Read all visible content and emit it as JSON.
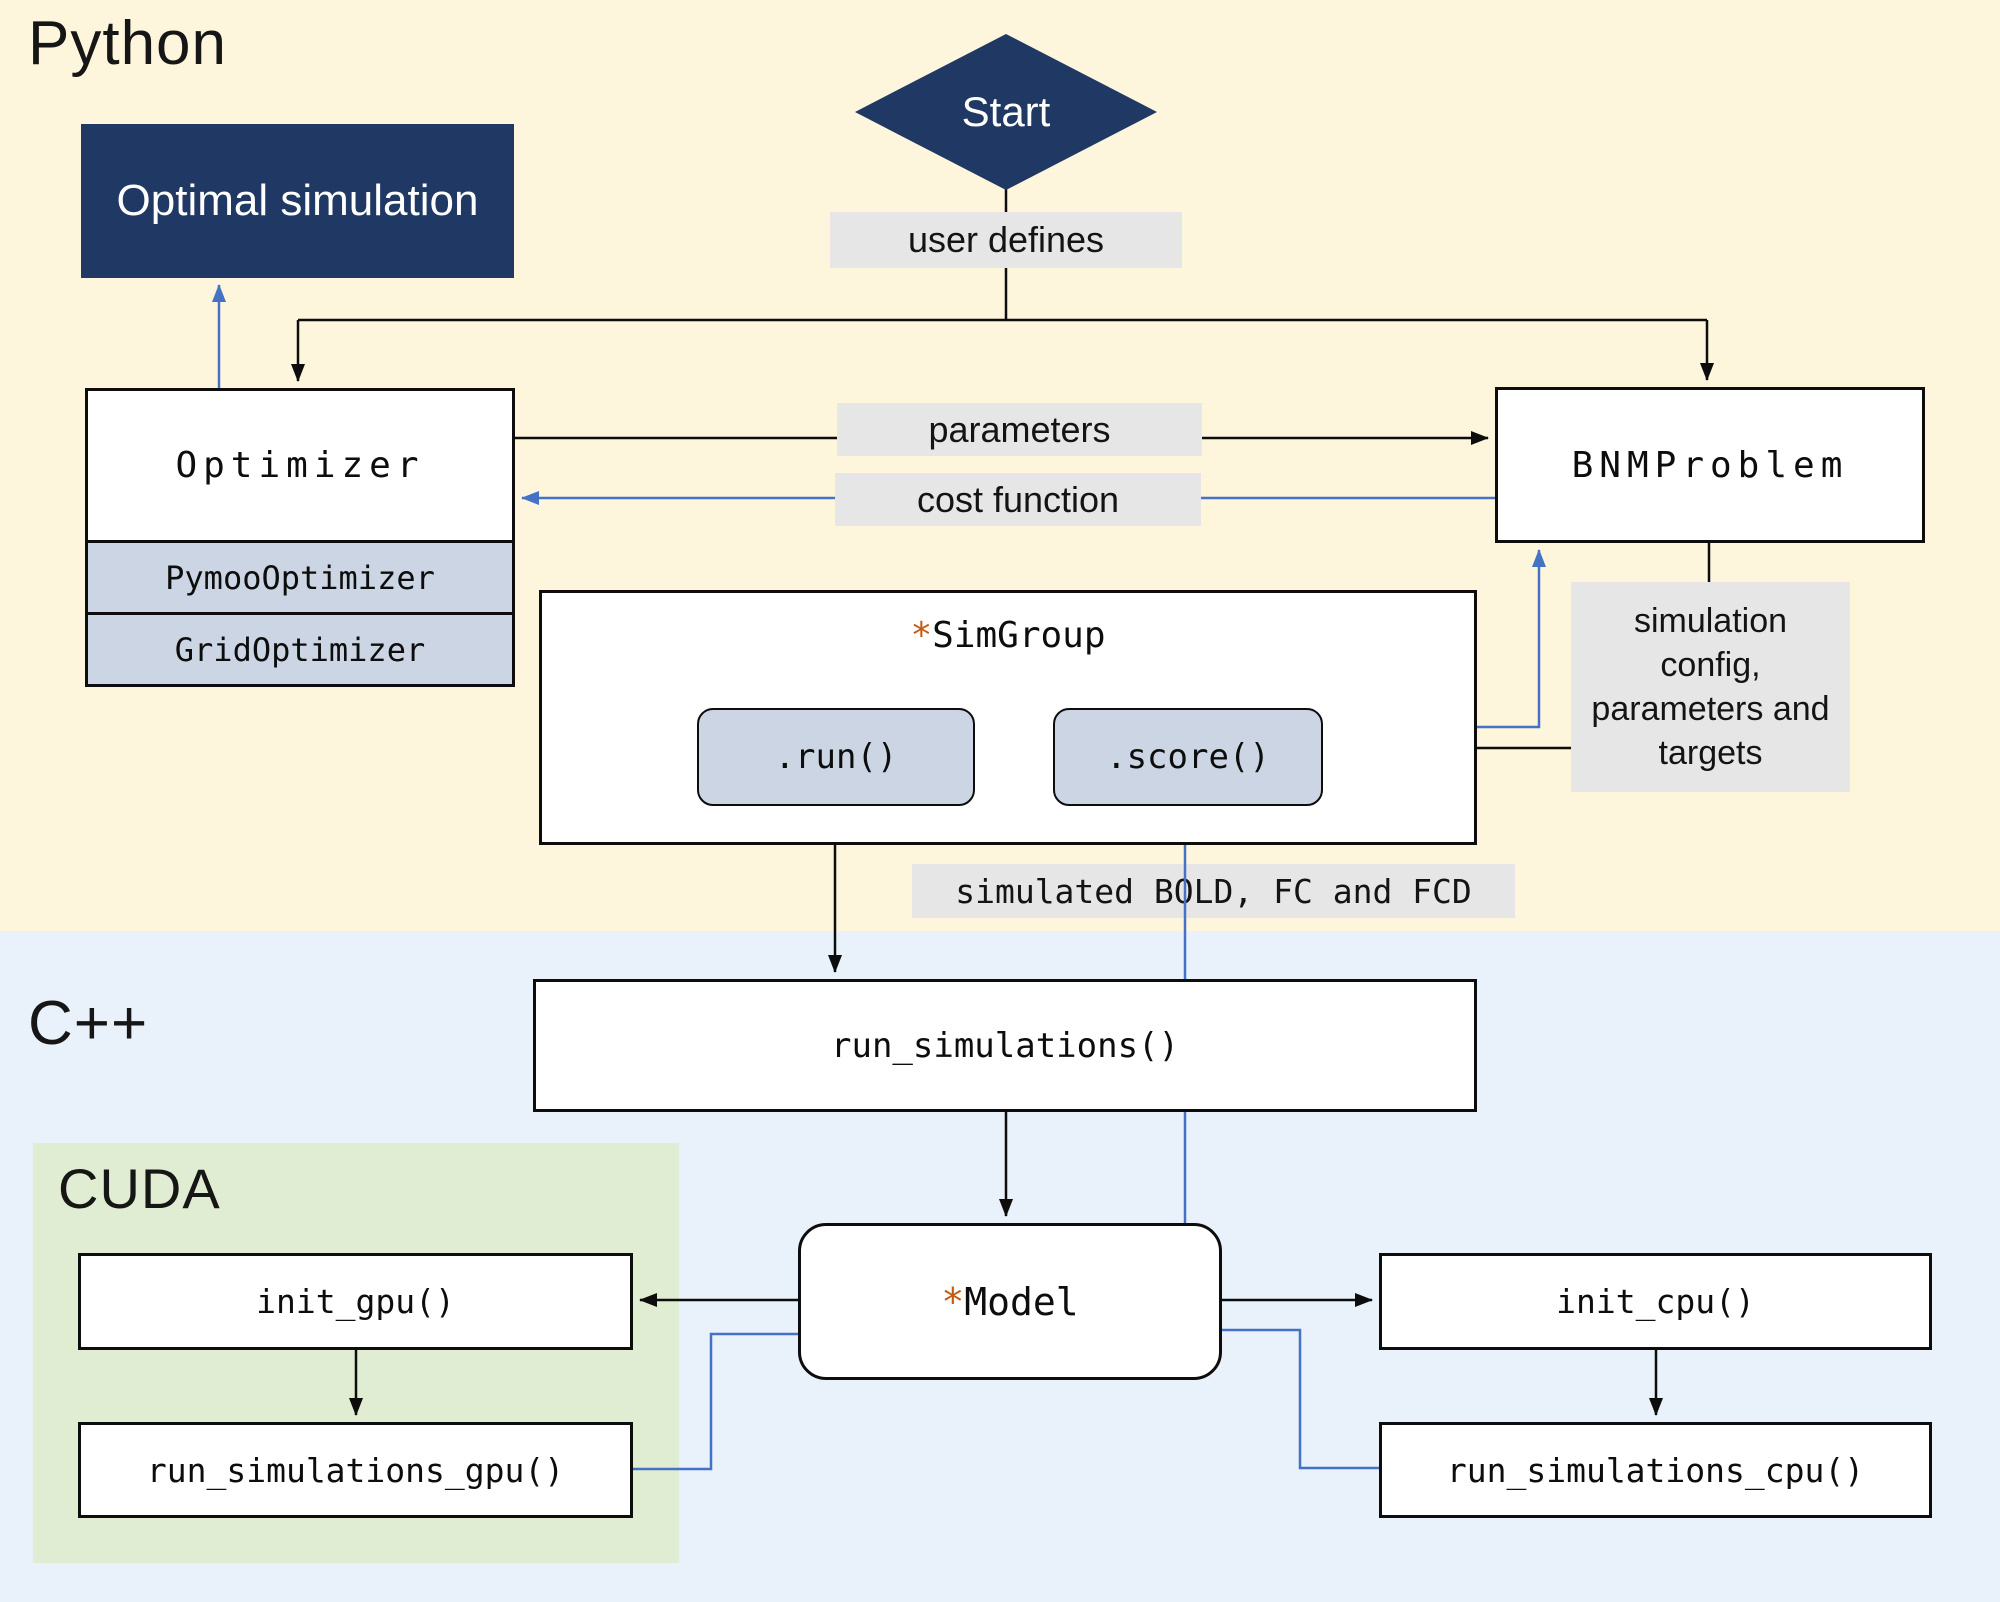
{
  "sections": {
    "python": {
      "label": "Python"
    },
    "cpp": {
      "label": "C++"
    },
    "cuda": {
      "label": "CUDA"
    }
  },
  "nodes": {
    "start": {
      "label": "Start"
    },
    "optimal_simulation": {
      "label": "Optimal simulation"
    },
    "optimizer": {
      "label": "Optimizer",
      "subclasses": [
        "PymooOptimizer",
        "GridOptimizer"
      ]
    },
    "bnm_problem": {
      "label": "BNMProblem"
    },
    "sim_group": {
      "star": "*",
      "label": "SimGroup",
      "methods": {
        "run": ".run()",
        "score": ".score()"
      }
    },
    "run_simulations": {
      "label": "run_simulations()"
    },
    "model": {
      "star": "*",
      "label": "Model"
    },
    "init_gpu": {
      "label": "init_gpu()"
    },
    "run_simulations_gpu": {
      "label": "run_simulations_gpu()"
    },
    "init_cpu": {
      "label": "init_cpu()"
    },
    "run_simulations_cpu": {
      "label": "run_simulations_cpu()"
    }
  },
  "edge_labels": {
    "user_defines": "user defines",
    "parameters": "parameters",
    "cost_function": "cost function",
    "sim_config": "simulation config, parameters and targets",
    "simulated_bold": "simulated BOLD, FC and FCD"
  },
  "colors": {
    "python_bg": "#fdf5dc",
    "cpp_bg": "#e9f1fb",
    "cuda_bg": "#e0edd2",
    "navy": "#1f3864",
    "label_gray": "#e7e6e6",
    "steel_fill": "#ccd5e3",
    "arrow_blue": "#4472c4",
    "asterisk_orange": "#c55a11",
    "line_black": "#0d0d0d"
  }
}
